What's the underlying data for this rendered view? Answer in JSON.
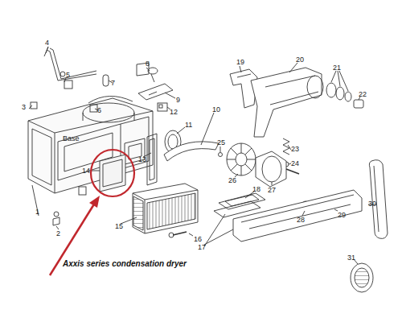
{
  "diagram": {
    "caption": "Axxis series condensation dryer",
    "labels": [
      "1",
      "2",
      "3",
      "4",
      "5",
      "6",
      "7",
      "8",
      "9",
      "10",
      "11",
      "12",
      "13",
      "14",
      "15",
      "16",
      "17",
      "18",
      "19",
      "20",
      "21",
      "22",
      "23",
      "24",
      "25",
      "26",
      "27",
      "28",
      "29",
      "30",
      "31",
      "Base"
    ]
  }
}
